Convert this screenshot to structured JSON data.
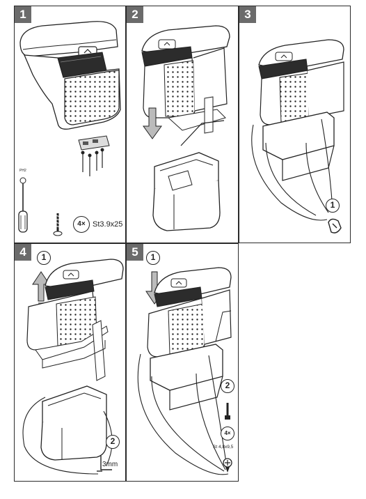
{
  "steps": [
    {
      "number": "1",
      "quantity": "4×",
      "screw_spec": "St3.9x25",
      "screwdriver_label": "PH2"
    },
    {
      "number": "2"
    },
    {
      "number": "3",
      "callout_1": "1"
    },
    {
      "number": "4",
      "callout_1": "1",
      "callout_2": "2",
      "gap_label": "3mm"
    },
    {
      "number": "5",
      "callout_1": "1",
      "callout_2": "2",
      "quantity": "4×",
      "screw_spec": "St 4,8x9,5"
    }
  ],
  "icons": {
    "step1": [
      "screwdriver-icon",
      "screw-icon",
      "bracket-icon"
    ],
    "step3": [
      "hand-press-icon"
    ],
    "step4": [
      "up-arrow-icon",
      "gap-measure-icon"
    ],
    "step5": [
      "down-arrow-icon",
      "screw-icon"
    ]
  }
}
